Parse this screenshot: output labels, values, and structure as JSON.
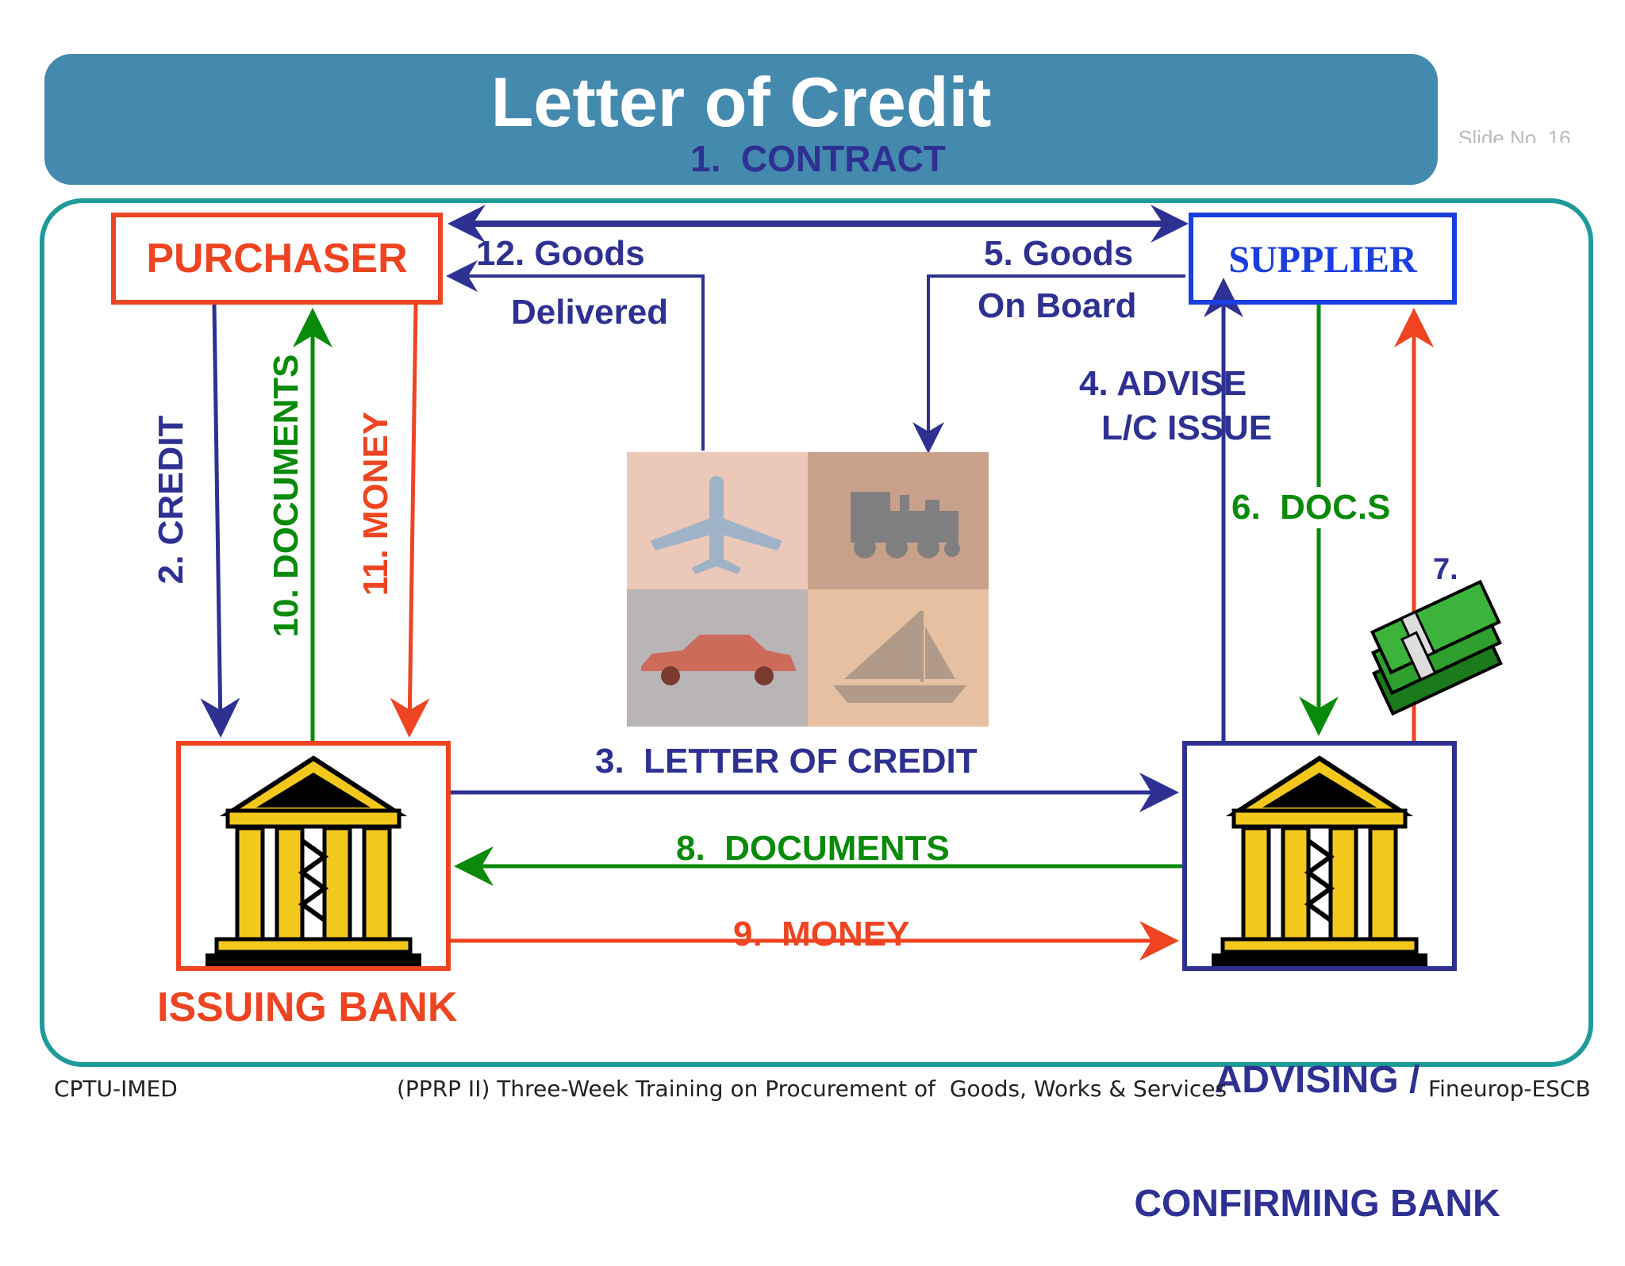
{
  "title": "Letter of Credit",
  "slide_number": "Slide No.,16",
  "parties": {
    "purchaser": "PURCHASER",
    "supplier": "SUPPLIER",
    "issuing_bank": "ISSUING BANK",
    "advising_bank_line1": "ADVISING /",
    "advising_bank_line2": "CONFIRMING BANK"
  },
  "flows": {
    "contract": "1.  CONTRACT",
    "credit": "2. CREDIT",
    "letter_of_credit": "3.  LETTER OF CREDIT",
    "advise_line1": "4. ADVISE",
    "advise_line2": "L/C ISSUE",
    "goods_on_board_line1": "5. Goods",
    "goods_on_board_line2": "On Board",
    "docs": "6.  DOC.S",
    "money7": "7.",
    "documents8": "8.  DOCUMENTS",
    "money9": "9.  MONEY",
    "documents10": "10. DOCUMENTS",
    "money11": "11. MONEY",
    "goods_delivered_line1": "12. Goods",
    "goods_delivered_line2": "Delivered"
  },
  "footer": {
    "left": "CPTU-IMED",
    "center": "(PPRP II) Three-Week Training on Procurement of  Goods, Works & Services",
    "right": "Fineurop-ESCB"
  },
  "colors": {
    "title_bar": "#4489ae",
    "frame": "#1f9a9a",
    "blue": "#2e3192",
    "green": "#0a8a0a",
    "red": "#ee4422",
    "supplier_blue": "#1a3ee0"
  }
}
